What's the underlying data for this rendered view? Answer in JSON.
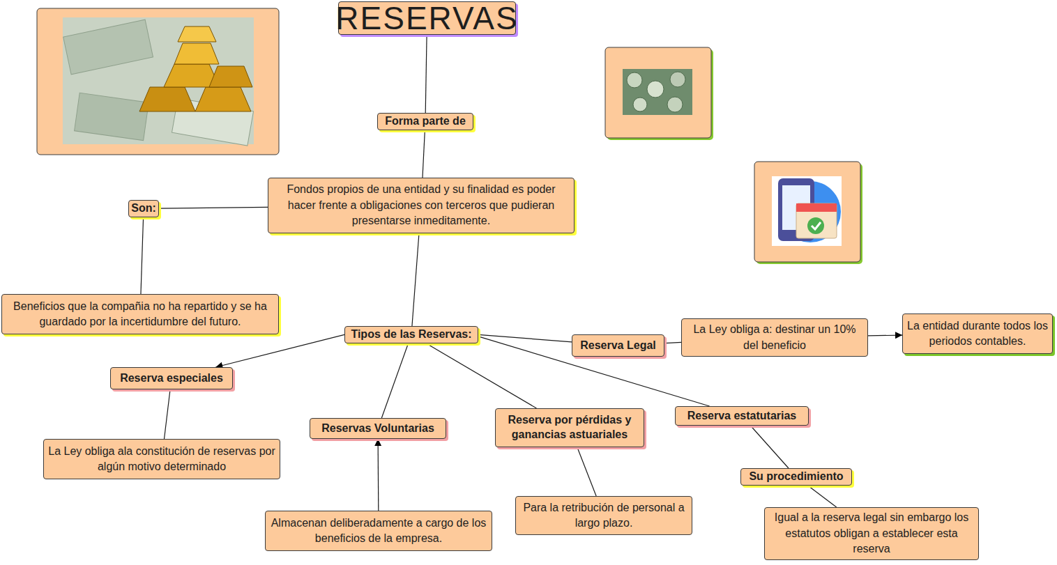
{
  "diagram": {
    "nodes": [
      {
        "text": [
          "RESERVAS"
        ]
      },
      {
        "text": [
          "Forma parte de"
        ]
      },
      {
        "text": [
          "Fondos propios de una entidad y su finalidad es poder hacer frente a obligaciones con terceros que pudieran presentarse inmeditamente."
        ]
      },
      {
        "text": [
          "Son:"
        ]
      },
      {
        "text": [
          "Beneficios que la compañia no ha repartido y se ha guardado por la incertidumbre del futuro."
        ]
      },
      {
        "text": [
          "Tipos de las Reservas:"
        ]
      },
      {
        "text": [
          "Reserva Legal"
        ]
      },
      {
        "text": [
          "La Ley obliga a: destinar un 10% del beneficio"
        ]
      },
      {
        "text": [
          "La entidad durante todos los periodos contables."
        ]
      },
      {
        "text": [
          "Reserva especiales"
        ]
      },
      {
        "text": [
          "La Ley obliga ala constitución de reservas por algún motivo determinado"
        ]
      },
      {
        "text": [
          "Reservas Voluntarias"
        ]
      },
      {
        "text": [
          "Almacenan deliberadamente a cargo de los beneficios de la empresa."
        ]
      },
      {
        "text": [
          "Reserva por pérdidas y ganancias astuariales"
        ]
      },
      {
        "text": [
          "Para la retribución de personal a largo plazo."
        ]
      },
      {
        "text": [
          "Reserva estatutarias"
        ]
      },
      {
        "text": [
          "Su procedimiento"
        ]
      },
      {
        "text": [
          "Igual a la reserva legal sin embargo los estatutos obligan a establecer esta reserva"
        ]
      }
    ],
    "edges": [
      {
        "from": 0,
        "to": 1,
        "arrow": "none"
      },
      {
        "from": 1,
        "to": 2,
        "arrow": "none"
      },
      {
        "from": 2,
        "to": 3,
        "arrow": "none"
      },
      {
        "from": 3,
        "to": 4,
        "arrow": "none"
      },
      {
        "from": 2,
        "to": 5,
        "arrow": "none"
      },
      {
        "from": 5,
        "to": 6,
        "arrow": "none"
      },
      {
        "from": 6,
        "to": 7,
        "arrow": "none"
      },
      {
        "from": 7,
        "to": 8,
        "arrow": "to"
      },
      {
        "from": 5,
        "to": 9,
        "arrow": "to"
      },
      {
        "from": 9,
        "to": 10,
        "arrow": "none"
      },
      {
        "from": 5,
        "to": 11,
        "arrow": "none"
      },
      {
        "from": 12,
        "to": 11,
        "arrow": "to"
      },
      {
        "from": 5,
        "to": 13,
        "arrow": "none"
      },
      {
        "from": 13,
        "to": 14,
        "arrow": "none"
      },
      {
        "from": 5,
        "to": 15,
        "arrow": "none"
      },
      {
        "from": 15,
        "to": 16,
        "arrow": "none"
      },
      {
        "from": 16,
        "to": 17,
        "arrow": "none"
      }
    ]
  }
}
